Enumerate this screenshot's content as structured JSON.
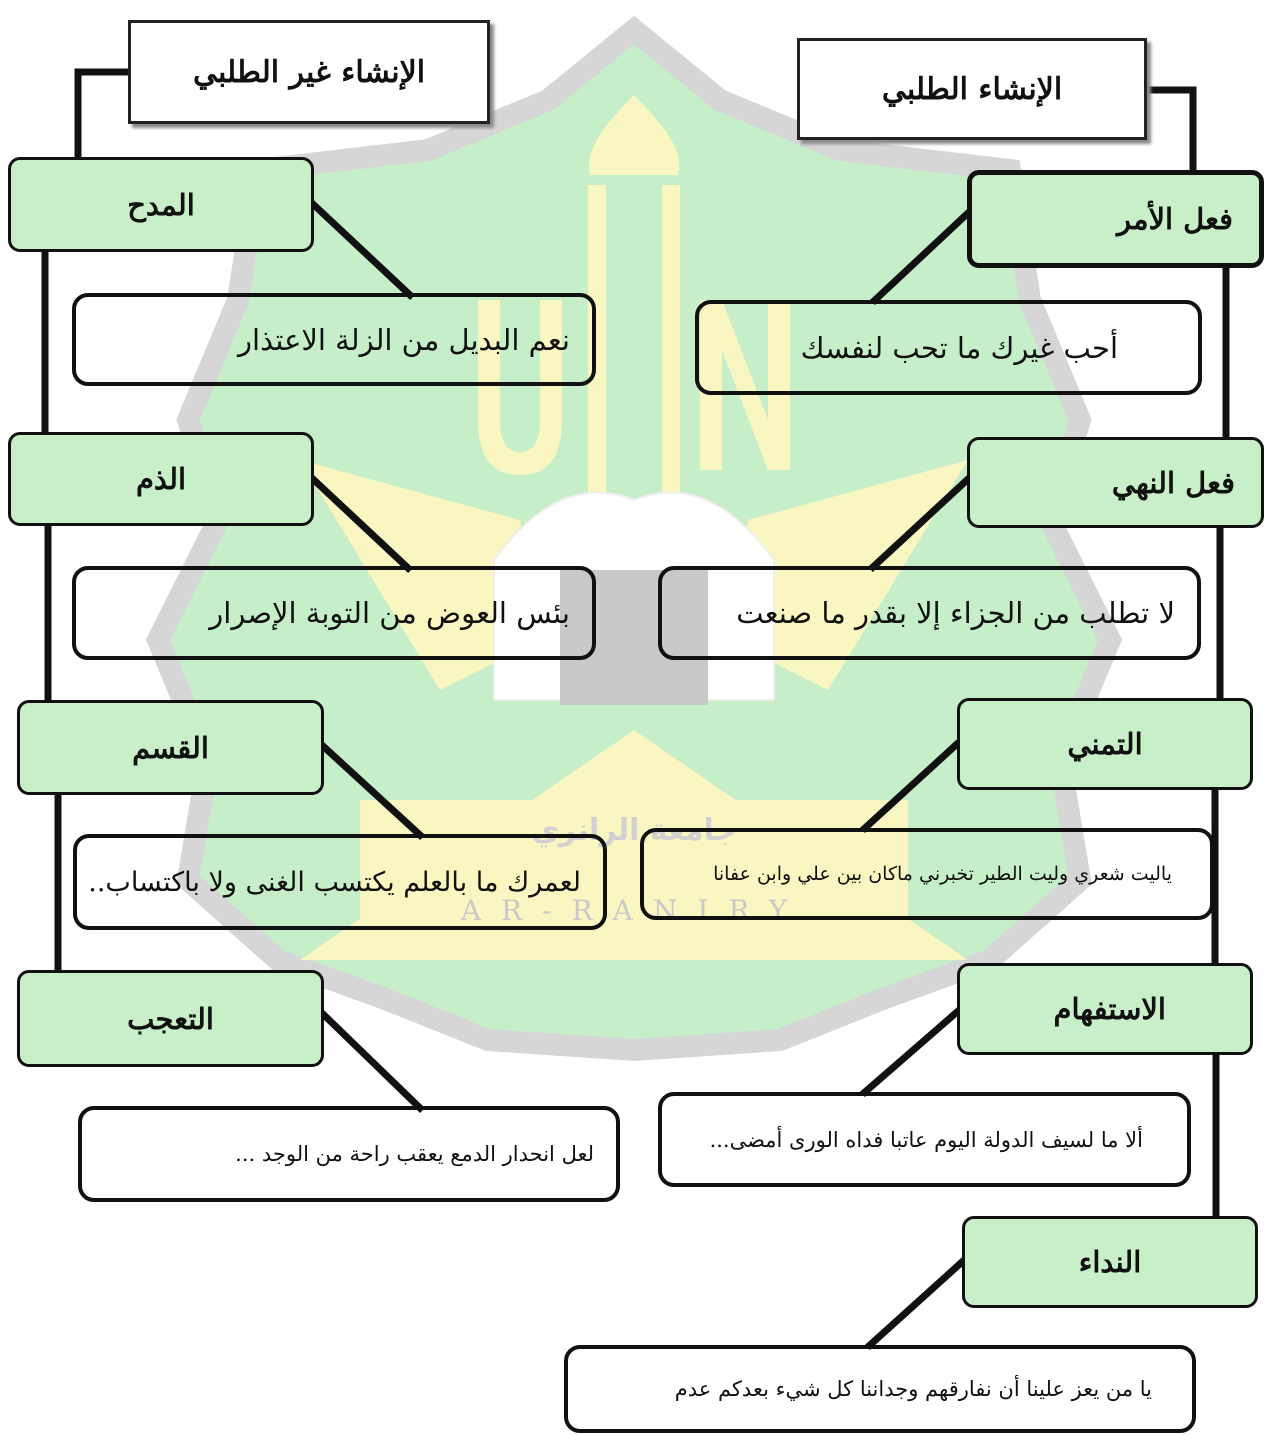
{
  "colors": {
    "category_fill": "#c8efc8",
    "watermark_green": "#6fd67a",
    "watermark_yellow": "#f3ea67",
    "line": "#111111"
  },
  "watermark": {
    "text": "AR-RANIRY",
    "arabic_text": "جامعة الرانري"
  },
  "non_talabi": {
    "header": "الإنشاء غير الطلبي",
    "items": [
      {
        "label": "المدح",
        "example": "نعم البديل من الزلة الاعتذار"
      },
      {
        "label": "الذم",
        "example": "بئس العوض من التوبة الإصرار"
      },
      {
        "label": "القسم",
        "example": "لعمرك ما بالعلم يكتسب الغنى ولا باكتساب.."
      },
      {
        "label": "التعجب",
        "example": "لعل انحدار الدمع يعقب راحة   من الوجد ..."
      }
    ]
  },
  "talabi": {
    "header": "الإنشاء الطلبي",
    "items": [
      {
        "label": "فعل الأمر",
        "example": "أحب غيرك ما تحب لنفسك"
      },
      {
        "label": "فعل النهي",
        "example": "لا تطلب من الجزاء إلا بقدر ما صنعت"
      },
      {
        "label": "التمني",
        "example": "ياليت شعري وليت الطير تخبرني   ماكان بين علي وابن عفانا"
      },
      {
        "label": "الاستفهام",
        "example": "ألا ما لسيف الدولة اليوم عاتبا   فداه الورى أمضى..."
      },
      {
        "label": "النداء",
        "example": "يا من يعز علينا أن نفارقهم   وجداننا كل شيء بعدكم عدم"
      }
    ]
  }
}
